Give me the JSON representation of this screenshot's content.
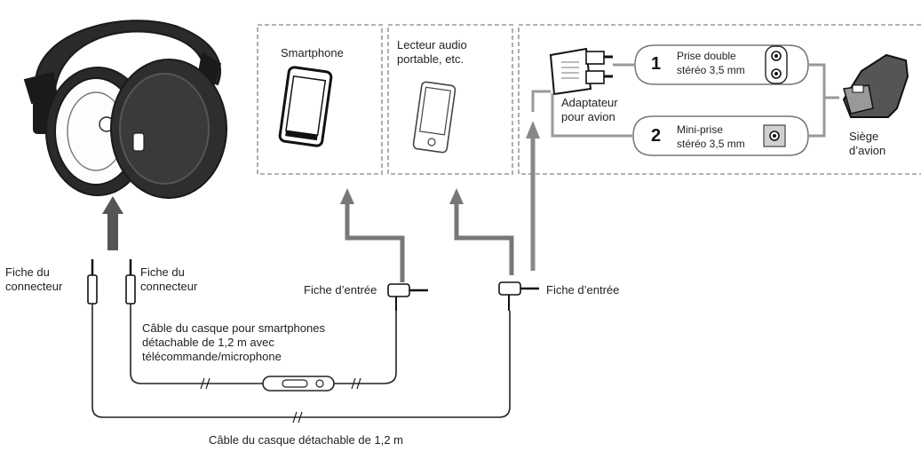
{
  "labels": {
    "smartphone": "Smartphone",
    "portable_player": "Lecteur audio\nportable, etc.",
    "airplane_adapter": "Adaptateur\npour avion",
    "dual_plug": "Prise double\nstéréo 3,5 mm",
    "mini_plug": "Mini-prise\nstéréo 3,5 mm",
    "airplane_seat": "Siège\nd’avion",
    "connector_plug_left": "Fiche du\nconnecteur",
    "connector_plug_right": "Fiche du\nconnecteur",
    "input_plug_1": "Fiche d’entrée",
    "input_plug_2": "Fiche d’entrée",
    "smartphone_cable": "Câble du casque pour smartphones\ndétachable de 1,2 m avec\ntélécommande/microphone",
    "detachable_cable": "Câble du casque détachable de 1,2 m"
  },
  "option_numbers": {
    "dual": "1",
    "mini": "2"
  }
}
